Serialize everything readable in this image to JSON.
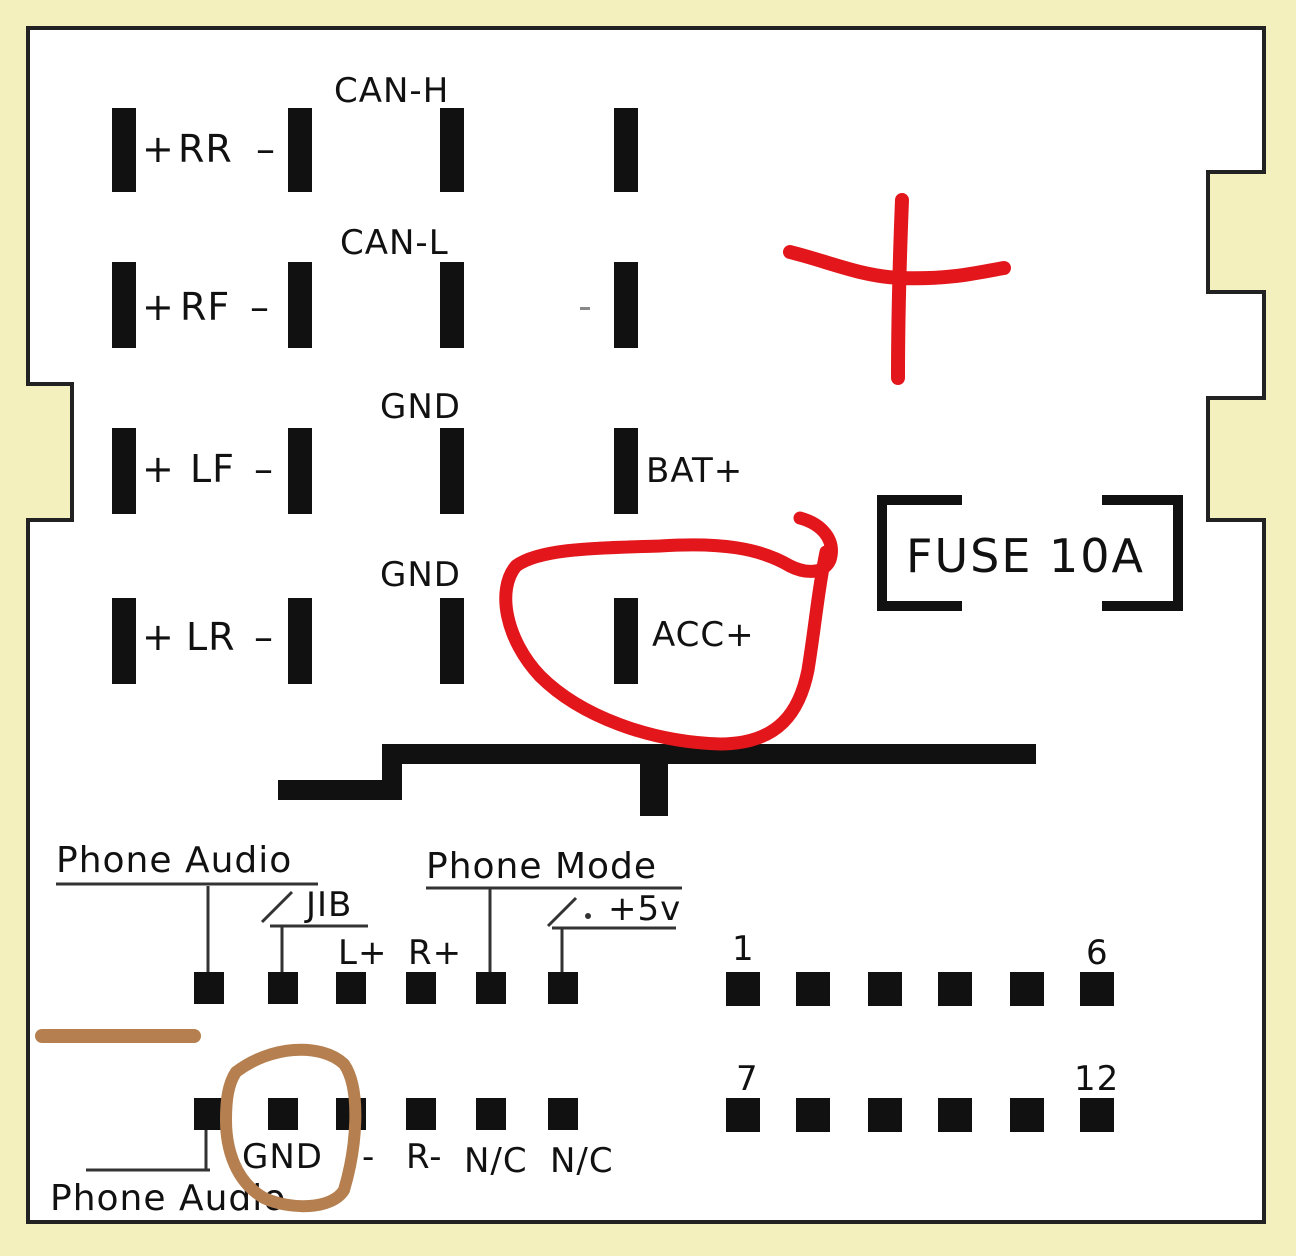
{
  "upper_block": {
    "row1": {
      "plus": "+",
      "name": "RR",
      "minus": "–",
      "top_label": "CAN-H"
    },
    "row2": {
      "plus": "+",
      "name": "RF",
      "minus": "–",
      "top_label": "CAN-L"
    },
    "row3": {
      "plus": "+",
      "name": "LF",
      "minus": "–",
      "top_label": "GND",
      "right_label": "BAT+"
    },
    "row4": {
      "plus": "+",
      "name": "LR",
      "minus": "–",
      "top_label": "GND",
      "right_label": "ACC+"
    }
  },
  "fuse": {
    "label": "FUSE 10A"
  },
  "lower_block": {
    "phone_audio_top": "Phone Audio",
    "phone_mode": "Phone Mode",
    "jib": "JIB",
    "plus5v": "+5v",
    "l_plus": "L+",
    "r_plus": "R+",
    "num_1": "1",
    "num_6": "6",
    "num_7": "7",
    "num_12": "12",
    "gnd": "GND",
    "l_minus_dot": "-",
    "r_minus": "R-",
    "nc1": "N/C",
    "nc2": "N/C",
    "phone_audio_bottom": "Phone Audio"
  },
  "colors": {
    "background": "#f3f0bd",
    "panel": "#ffffff",
    "pin": "#111111",
    "red_marker": "#e3161b",
    "brown_marker": "#b57f4f"
  }
}
